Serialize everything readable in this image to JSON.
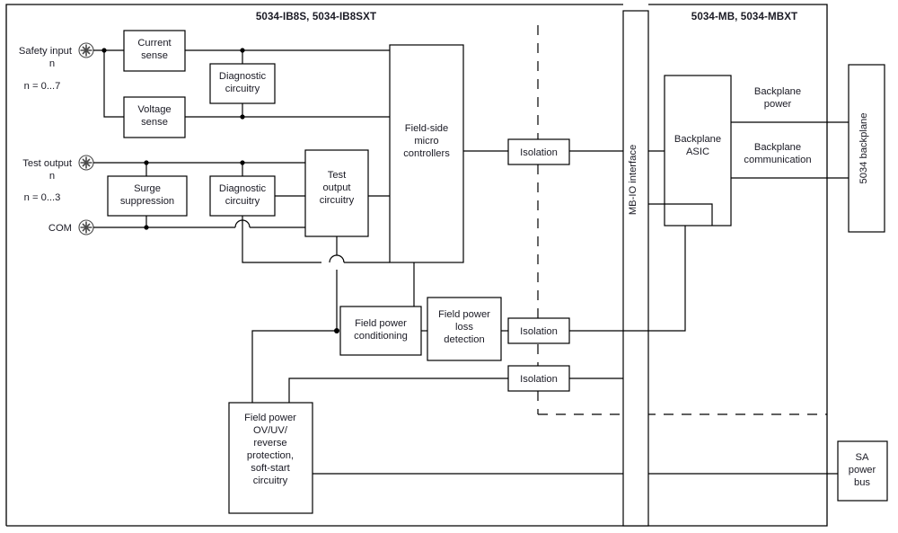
{
  "diagram": {
    "title_left": "5034-IB8S, 5034-IB8SXT",
    "title_right": "5034-MB, 5034-MBXT",
    "accent_color": "#1a1a24",
    "line_color": "#000000",
    "background": "#ffffff"
  },
  "terminals": [
    {
      "id": "safety-input",
      "label_line1": "Safety input",
      "label_line2": "n",
      "label_line3": "n = 0...7",
      "icon": "screw-terminal-icon"
    },
    {
      "id": "test-output",
      "label_line1": "Test output",
      "label_line2": "n",
      "label_line3": "n = 0...3",
      "icon": "screw-terminal-icon"
    },
    {
      "id": "com",
      "label_line1": "COM",
      "label_line2": "",
      "label_line3": "",
      "icon": "screw-terminal-icon"
    }
  ],
  "blocks": [
    {
      "id": "current-sense",
      "lines": [
        "Current",
        "sense"
      ]
    },
    {
      "id": "voltage-sense",
      "lines": [
        "Voltage",
        "sense"
      ]
    },
    {
      "id": "diagnostic-circuitry-1",
      "lines": [
        "Diagnostic",
        "circuitry"
      ]
    },
    {
      "id": "surge-suppression",
      "lines": [
        "Surge",
        "suppression"
      ]
    },
    {
      "id": "diagnostic-circuitry-2",
      "lines": [
        "Diagnostic",
        "circuitry"
      ]
    },
    {
      "id": "test-output-circuitry",
      "lines": [
        "Test",
        "output",
        "circuitry"
      ]
    },
    {
      "id": "field-side-micro",
      "lines": [
        "Field-side",
        "micro",
        "controllers"
      ]
    },
    {
      "id": "field-power-conditioning",
      "lines": [
        "Field power",
        "conditioning"
      ]
    },
    {
      "id": "field-power-loss",
      "lines": [
        "Field power",
        "loss",
        "detection"
      ]
    },
    {
      "id": "field-power-protection",
      "lines": [
        "Field power",
        "OV/UV/",
        "reverse",
        "protection,",
        "soft-start",
        "circuitry"
      ]
    },
    {
      "id": "isolation-1",
      "lines": [
        "Isolation"
      ]
    },
    {
      "id": "isolation-2",
      "lines": [
        "Isolation"
      ]
    },
    {
      "id": "isolation-3",
      "lines": [
        "Isolation"
      ]
    },
    {
      "id": "mb-io-interface",
      "lines": [
        "MB-IO interface"
      ]
    },
    {
      "id": "backplane-asic",
      "lines": [
        "Backplane",
        "ASIC"
      ]
    },
    {
      "id": "backplane-5034",
      "lines": [
        "5034 backplane"
      ]
    },
    {
      "id": "sa-power-bus",
      "lines": [
        "SA",
        "power",
        "bus"
      ]
    }
  ],
  "wire_labels": [
    {
      "id": "backplane-power",
      "lines": [
        "Backplane",
        "power"
      ]
    },
    {
      "id": "backplane-communication",
      "lines": [
        "Backplane",
        "communication"
      ]
    }
  ],
  "text": {
    "current_sense_1": "Current",
    "current_sense_2": "sense",
    "voltage_sense_1": "Voltage",
    "voltage_sense_2": "sense",
    "diag1_1": "Diagnostic",
    "diag1_2": "circuitry",
    "surge_1": "Surge",
    "surge_2": "suppression",
    "diag2_1": "Diagnostic",
    "diag2_2": "circuitry",
    "testout_1": "Test",
    "testout_2": "output",
    "testout_3": "circuitry",
    "micro_1": "Field-side",
    "micro_2": "micro",
    "micro_3": "controllers",
    "fpc_1": "Field power",
    "fpc_2": "conditioning",
    "fpl_1": "Field power",
    "fpl_2": "loss",
    "fpl_3": "detection",
    "fpp_1": "Field power",
    "fpp_2": "OV/UV/",
    "fpp_3": "reverse",
    "fpp_4": "protection,",
    "fpp_5": "soft-start",
    "fpp_6": "circuitry",
    "iso_1": "Isolation",
    "iso_2": "Isolation",
    "iso_3": "Isolation",
    "mbio": "MB-IO interface",
    "asic_1": "Backplane",
    "asic_2": "ASIC",
    "bp_5034": "5034 backplane",
    "sa_1": "SA",
    "sa_2": "power",
    "sa_3": "bus",
    "bppow_1": "Backplane",
    "bppow_2": "power",
    "bpcom_1": "Backplane",
    "bpcom_2": "communication",
    "safety_1": "Safety input",
    "safety_2": "n",
    "safety_3": "n = 0...7",
    "test_1": "Test output",
    "test_2": "n",
    "test_3": "n = 0...3",
    "com": "COM",
    "hdr_left": "5034-IB8S, 5034-IB8SXT",
    "hdr_right": "5034-MB, 5034-MBXT"
  }
}
